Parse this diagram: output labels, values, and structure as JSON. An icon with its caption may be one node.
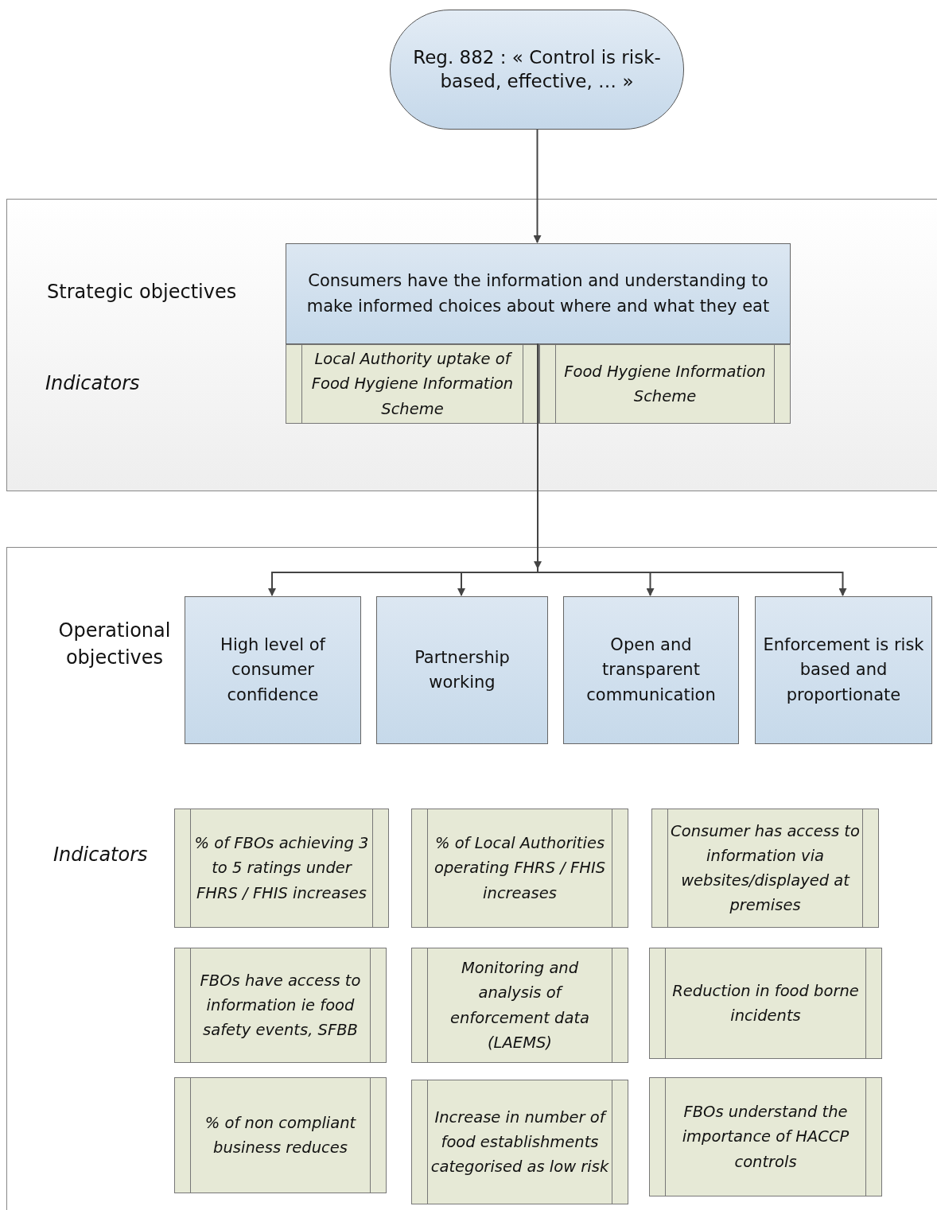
{
  "diagram": {
    "nodes": [
      {
        "text": [
          "Reg. 882 : « Control is risk-based, effective, … »"
        ]
      },
      {
        "text": [
          "Strategic objectives",
          "Indicators"
        ]
      },
      {
        "text": [
          "Consumers have the information and understanding to make informed choices about where and what they eat"
        ],
        "in": 1
      },
      {
        "text": [
          "Local Authority uptake of Food Hygiene Information Scheme"
        ],
        "in": 1
      },
      {
        "text": [
          "Food Hygiene Information Scheme"
        ],
        "in": 1
      },
      {
        "text": [
          "Operational objectives",
          "Indicators"
        ]
      },
      {
        "text": [
          "High level of consumer confidence"
        ],
        "in": 5
      },
      {
        "text": [
          "Partnership working"
        ],
        "in": 5
      },
      {
        "text": [
          "Open and transparent communication"
        ],
        "in": 5
      },
      {
        "text": [
          "Enforcement is risk based and proportionate"
        ],
        "in": 5
      },
      {
        "text": [
          "% of FBOs achieving 3 to 5 ratings under FHRS / FHIS increases"
        ],
        "in": 5
      },
      {
        "text": [
          "% of Local Authorities operating FHRS / FHIS increases"
        ],
        "in": 5
      },
      {
        "text": [
          "Consumer has access to information via websites/displayed at premises"
        ],
        "in": 5
      },
      {
        "text": [
          "FBOs have access to information ie food safety events, SFBB"
        ],
        "in": 5
      },
      {
        "text": [
          "Monitoring and analysis of enforcement data (LAEMS)"
        ],
        "in": 5
      },
      {
        "text": [
          "Reduction in food borne incidents"
        ],
        "in": 5
      },
      {
        "text": [
          "% of non compliant business reduces"
        ],
        "in": 5
      },
      {
        "text": [
          "Increase in number of food establishments categorised as low risk"
        ],
        "in": 5
      },
      {
        "text": [
          "FBOs understand the importance of HACCP controls"
        ],
        "in": 5
      }
    ],
    "edges": [
      {
        "from": 0,
        "to": 2,
        "arrow": "to"
      },
      {
        "from": 2,
        "to": 6,
        "arrow": "to"
      },
      {
        "from": 2,
        "to": 7,
        "arrow": "to"
      },
      {
        "from": 2,
        "to": 8,
        "arrow": "to"
      },
      {
        "from": 2,
        "to": 9,
        "arrow": "to"
      }
    ]
  }
}
